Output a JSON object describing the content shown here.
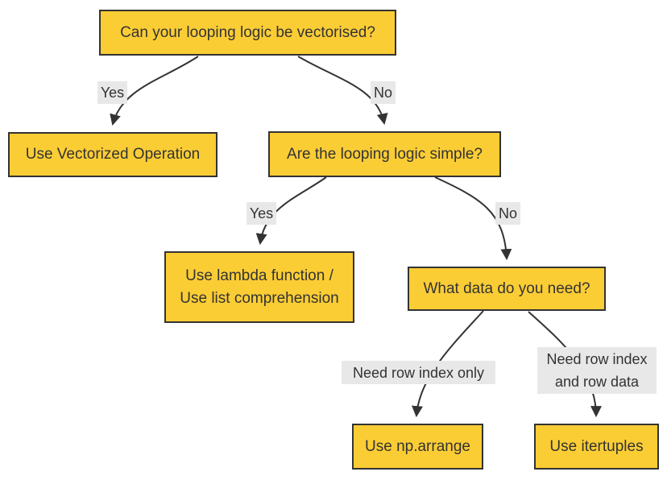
{
  "diagram": {
    "type": "flowchart",
    "orientation": "top-down",
    "nodes": [
      {
        "id": "q-vectorised",
        "label": "Can your looping logic be vectorised?"
      },
      {
        "id": "use-vectorized-operation",
        "label": "Use Vectorized Operation"
      },
      {
        "id": "q-looping-simple",
        "label": "Are the looping logic simple?"
      },
      {
        "id": "use-lambda-or-list-comprehension",
        "label": "Use lambda function / Use list comprehension",
        "line1": "Use lambda function /",
        "line2": "Use list comprehension"
      },
      {
        "id": "q-what-data",
        "label": "What data do you need?"
      },
      {
        "id": "use-np-arrange",
        "label": "Use np.arrange"
      },
      {
        "id": "use-itertuples",
        "label": "Use itertuples"
      }
    ],
    "edges": [
      {
        "from": "q-vectorised",
        "to": "use-vectorized-operation",
        "label": "Yes"
      },
      {
        "from": "q-vectorised",
        "to": "q-looping-simple",
        "label": "No"
      },
      {
        "from": "q-looping-simple",
        "to": "use-lambda-or-list-comprehension",
        "label": "Yes"
      },
      {
        "from": "q-looping-simple",
        "to": "q-what-data",
        "label": "No"
      },
      {
        "from": "q-what-data",
        "to": "use-np-arrange",
        "label": "Need row index only"
      },
      {
        "from": "q-what-data",
        "to": "use-itertuples",
        "label": "Need row index and row data",
        "label_line1": "Need row index",
        "label_line2": "and row data"
      }
    ],
    "colors": {
      "node_fill": "#FBCD35",
      "node_border": "#333333",
      "node_text": "#333333",
      "edge_label_bg": "#E8E8E8",
      "edge_label_text": "#333333",
      "edge_stroke": "#333333",
      "background": "#FFFFFF"
    }
  }
}
